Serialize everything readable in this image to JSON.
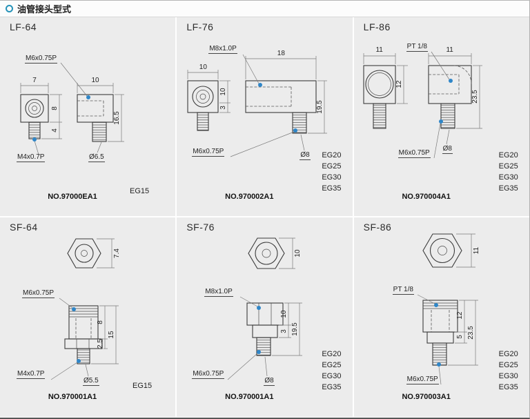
{
  "header": {
    "title": "油管接头型式"
  },
  "colors": {
    "leader_dot": "#2f86c8",
    "bullet_ring": "#2492b8"
  },
  "panels": [
    {
      "title": "LF-64",
      "part_no": "NO.97000EA1",
      "eg_list": [
        "EG15"
      ],
      "labels": {
        "top_thread": "M6x0.75P",
        "bottom_thread": "M4x0.7P",
        "dia": "Ø6.5",
        "dim_front_width": "7",
        "dim_side_width": "10",
        "dim_body_h": "8",
        "dim_stud_h": "4",
        "dim_total_h": "16.5"
      }
    },
    {
      "title": "LF-76",
      "part_no": "NO.970002A1",
      "eg_list": [
        "EG20",
        "EG25",
        "EG30",
        "EG35"
      ],
      "labels": {
        "top_thread": "M8x1.0P",
        "bottom_thread": "M6x0.75P",
        "dia": "Ø8",
        "dim_front_width": "10",
        "dim_side_width": "18",
        "dim_body_h": "10",
        "dim_stud_h": "3",
        "dim_total_h": "19.5"
      }
    },
    {
      "title": "LF-86",
      "part_no": "NO.970004A1",
      "eg_list": [
        "EG20",
        "EG25",
        "EG30",
        "EG35"
      ],
      "labels": {
        "top_thread": "PT 1/8",
        "bottom_thread": "M6x0.75P",
        "dia": "Ø8",
        "dim_front_width": "11",
        "dim_side_width": "11",
        "dim_body_h": "12",
        "dim_total_h": "23.5"
      }
    },
    {
      "title": "SF-64",
      "part_no": "NO.970001A1",
      "eg_list": [
        "EG15"
      ],
      "labels": {
        "top_thread": "M6x0.75P",
        "bottom_thread": "M4x0.7P",
        "dia": "Ø5.5",
        "dim_top_view": "7.4",
        "dim_body_h": "8",
        "dim_mid_h": "2.5",
        "dim_total_h": "15"
      }
    },
    {
      "title": "SF-76",
      "part_no": "NO.970001A1",
      "eg_list": [
        "EG20",
        "EG25",
        "EG30",
        "EG35"
      ],
      "labels": {
        "top_thread": "M8x1.0P",
        "bottom_thread": "M6x0.75P",
        "dia": "Ø8",
        "dim_top_view": "10",
        "dim_body_h": "10",
        "dim_mid_h": "3",
        "dim_total_h": "19.5"
      }
    },
    {
      "title": "SF-86",
      "part_no": "NO.970003A1",
      "eg_list": [
        "EG20",
        "EG25",
        "EG30",
        "EG35"
      ],
      "labels": {
        "top_thread": "PT 1/8",
        "bottom_thread": "M6x0.75P",
        "dim_top_view": "11",
        "dim_body_h": "12",
        "dim_mid_h": "5",
        "dim_total_h": "23.5"
      }
    }
  ]
}
